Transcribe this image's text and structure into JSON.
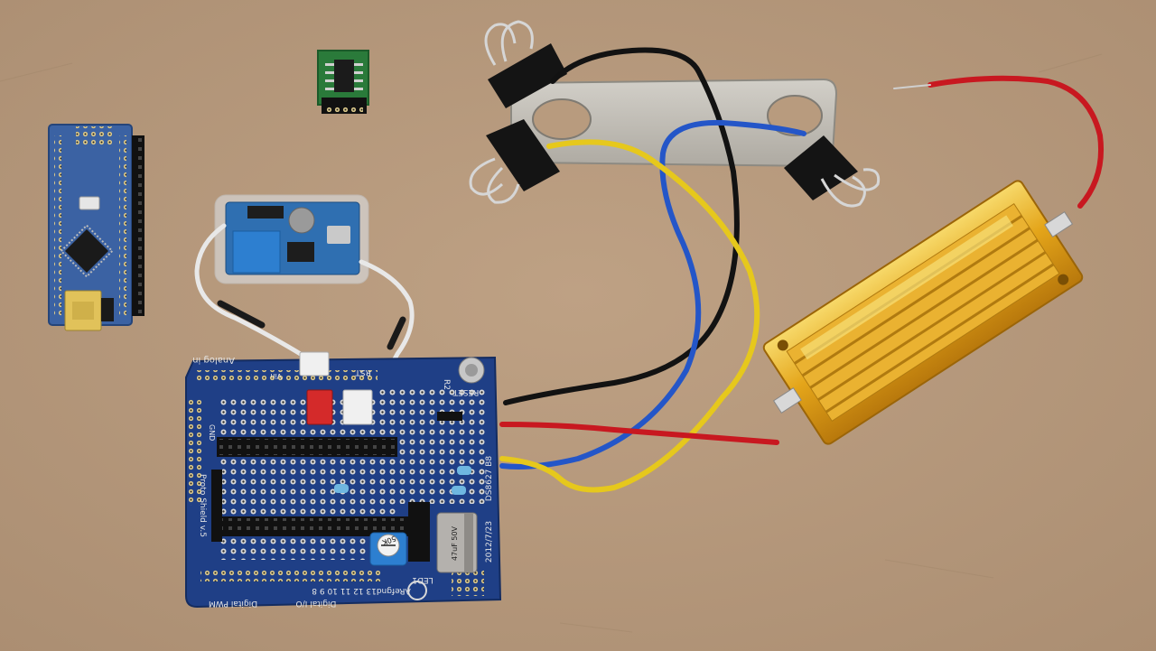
{
  "photo": {
    "colors": {
      "workbench": "#b89b7e",
      "workbench_dark": "#a88c6f",
      "pcb_blue": "#1f3f86",
      "pcb_blue_dark": "#16306a",
      "pad_silver": "#d9d9d9",
      "header_black": "#151515",
      "nano_blue": "#3a5f9f",
      "usb_gold": "#e2c25a",
      "module_blue": "#2f6fb0",
      "pot_blue": "#2d7fd0",
      "cap_silver": "#b8b8b8",
      "plate_metal": "#c6c3bb",
      "clip_black": "#141414",
      "wire_red": "#c81820",
      "wire_black": "#121212",
      "wire_blue": "#2456c8",
      "wire_yellow": "#e8cc1a",
      "wire_white": "#e8e8e8",
      "resistor_gold": "#e6a91c",
      "resistor_gold_light": "#f6d35a",
      "connector_red": "#d42a2a",
      "connector_white": "#f0f0f0",
      "soic_green": "#2c7a3c"
    },
    "labels": {
      "shield_name": "Proto Shield v.5",
      "shield_date": "2012/7/23",
      "analog_in": "Analog in",
      "digital_pwm": "Digital PWM",
      "digital_io": "Digital I/O",
      "reset": "RESET",
      "led1": "LED1",
      "arefgnd": "ARefgnd13 12 11 10 9 8",
      "ds_chip": "DS8627 B8",
      "pot_value": "50K",
      "cap_value": "47uF 50V",
      "gnd": "GND",
      "vin": "Vin",
      "rst": "RST",
      "r2": "R2"
    }
  }
}
